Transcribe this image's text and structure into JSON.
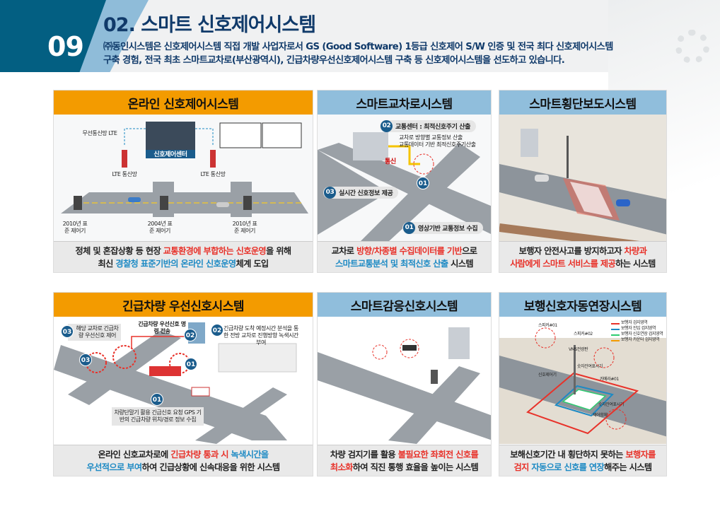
{
  "header": {
    "number": "09",
    "title": "02. 스마트 신호제어시스템",
    "desc_line1": "㈜동인시스템은 신호제어시스템 직접 개발 사업자로서 GS (Good Software) 1등급 신호제어 S/W 인증 및 전국 최다 신호제어시스템",
    "desc_line2": "구축 경험, 전국 최초 스마트교차로(부산광역시), 긴급차량우선신호제어시스템 구축 등 신호제어시스템을 선도하고 있습니다."
  },
  "colors": {
    "orange": "#f39b00",
    "blue": "#90bedc",
    "red": "#e8322a",
    "accent_blue": "#1d8ac4",
    "navy": "#103a6a"
  },
  "panels": [
    {
      "title": "온라인 신호제어시스템",
      "labels": {
        "wireless": "무선통신망 LTE",
        "center": "신호제어센터",
        "lte1": "LTE 통신망",
        "lte2": "LTE 통신망",
        "c1": "2010년 표준 제어기",
        "c2": "2004년 표준 제어기",
        "c3": "2010년 표준 제어기"
      },
      "caption": [
        [
          "정체 및 혼잡상황 등 현장 ",
          ""
        ],
        [
          "교통환경에 부합하는 신호운영",
          "r"
        ],
        [
          "을 위해",
          ""
        ],
        [
          "최신 ",
          ""
        ],
        [
          "경찰청 표준기반의 온라인 신호운영",
          "b"
        ],
        [
          "체계 도입",
          ""
        ]
      ]
    },
    {
      "title": "스마트교차로시스템",
      "labels": {
        "t02": "교통센터 : 최적신호주기 산출",
        "b1": "교차로 방향별 교통정보 산출",
        "b2": "교통데이터 기반 최적신호주기산출",
        "comm": "통신",
        "t01c": "01",
        "t03": "실시간 신호정보 제공",
        "t01": "영상기반 교통정보 수집"
      },
      "caption": [
        [
          "교차로 ",
          ""
        ],
        [
          "방향/차종별 수집데이터를 기반",
          "r"
        ],
        [
          "으로",
          ""
        ],
        [
          "스마트교통분석 및 최적신호 산출",
          "b"
        ],
        [
          " 시스템",
          ""
        ]
      ]
    },
    {
      "title": "스마트횡단보도시스템",
      "caption": [
        [
          "보행자 안전사고를 방지하고자 ",
          ""
        ],
        [
          "차량과",
          ""
        ],
        [
          "",
          ""
        ],
        [
          "사람에게 스마트 서비스를 제공",
          "r"
        ],
        [
          "하는 시스템",
          ""
        ]
      ]
    },
    {
      "title": "긴급차량 우선신호시스템",
      "labels": {
        "l03": "해당 교차로 긴급차량 우선신호 제어",
        "send": "긴급차량 우선신호 명령 전송",
        "l02": "긴급차량 도착 예정시간 분석을 통한 전방 교차로 진행방향 녹색시간 부여",
        "l01": "차량단말기 활용 긴급신호 요청 GPS 기반의 긴급차량 위치/경로 정보 수집"
      },
      "caption": [
        [
          "온라인 신호교차로에 ",
          ""
        ],
        [
          "긴급차량 통과 시 ",
          "r"
        ],
        [
          "녹색시간을",
          "b"
        ],
        [
          "우선적으로 부여",
          "b"
        ],
        [
          "하여 긴급상황에 신속대응을 위한 시스템",
          ""
        ]
      ]
    },
    {
      "title": "스마트감응신호시스템",
      "caption": [
        [
          "차량 검지기를 활용 ",
          ""
        ],
        [
          "불필요한 좌회전 신호를",
          "r"
        ],
        [
          "",
          ""
        ],
        [
          "최소화",
          "r"
        ],
        [
          "하여 직진 통행 효율을 높이는 시스템",
          ""
        ]
      ]
    },
    {
      "title": "보행신호자동연장시스템",
      "labels": {
        "legend": [
          "보행자 검지영역",
          "보행자 진입 검지영역",
          "보행자 신호연장 검지영역",
          "보행자 카운터 검지영역"
        ],
        "sp1": "스피커#01",
        "sp2": "스피커#02",
        "vms": "VMS전광판",
        "ctrl": "신호제어기",
        "cnt1": "숫자잔여표시기",
        "cam": "카메라#01",
        "cnt2": "숫자잔여표시기",
        "sw": "제어함체"
      },
      "caption": [
        [
          "보해신호기간 내 횡단하지 못하는 ",
          ""
        ],
        [
          "보행자를",
          "r"
        ],
        [
          "",
          ""
        ],
        [
          "검지 ",
          "r"
        ],
        [
          "자동으로 신호를 연장",
          "b"
        ],
        [
          "해주는 시스템",
          ""
        ]
      ]
    }
  ]
}
